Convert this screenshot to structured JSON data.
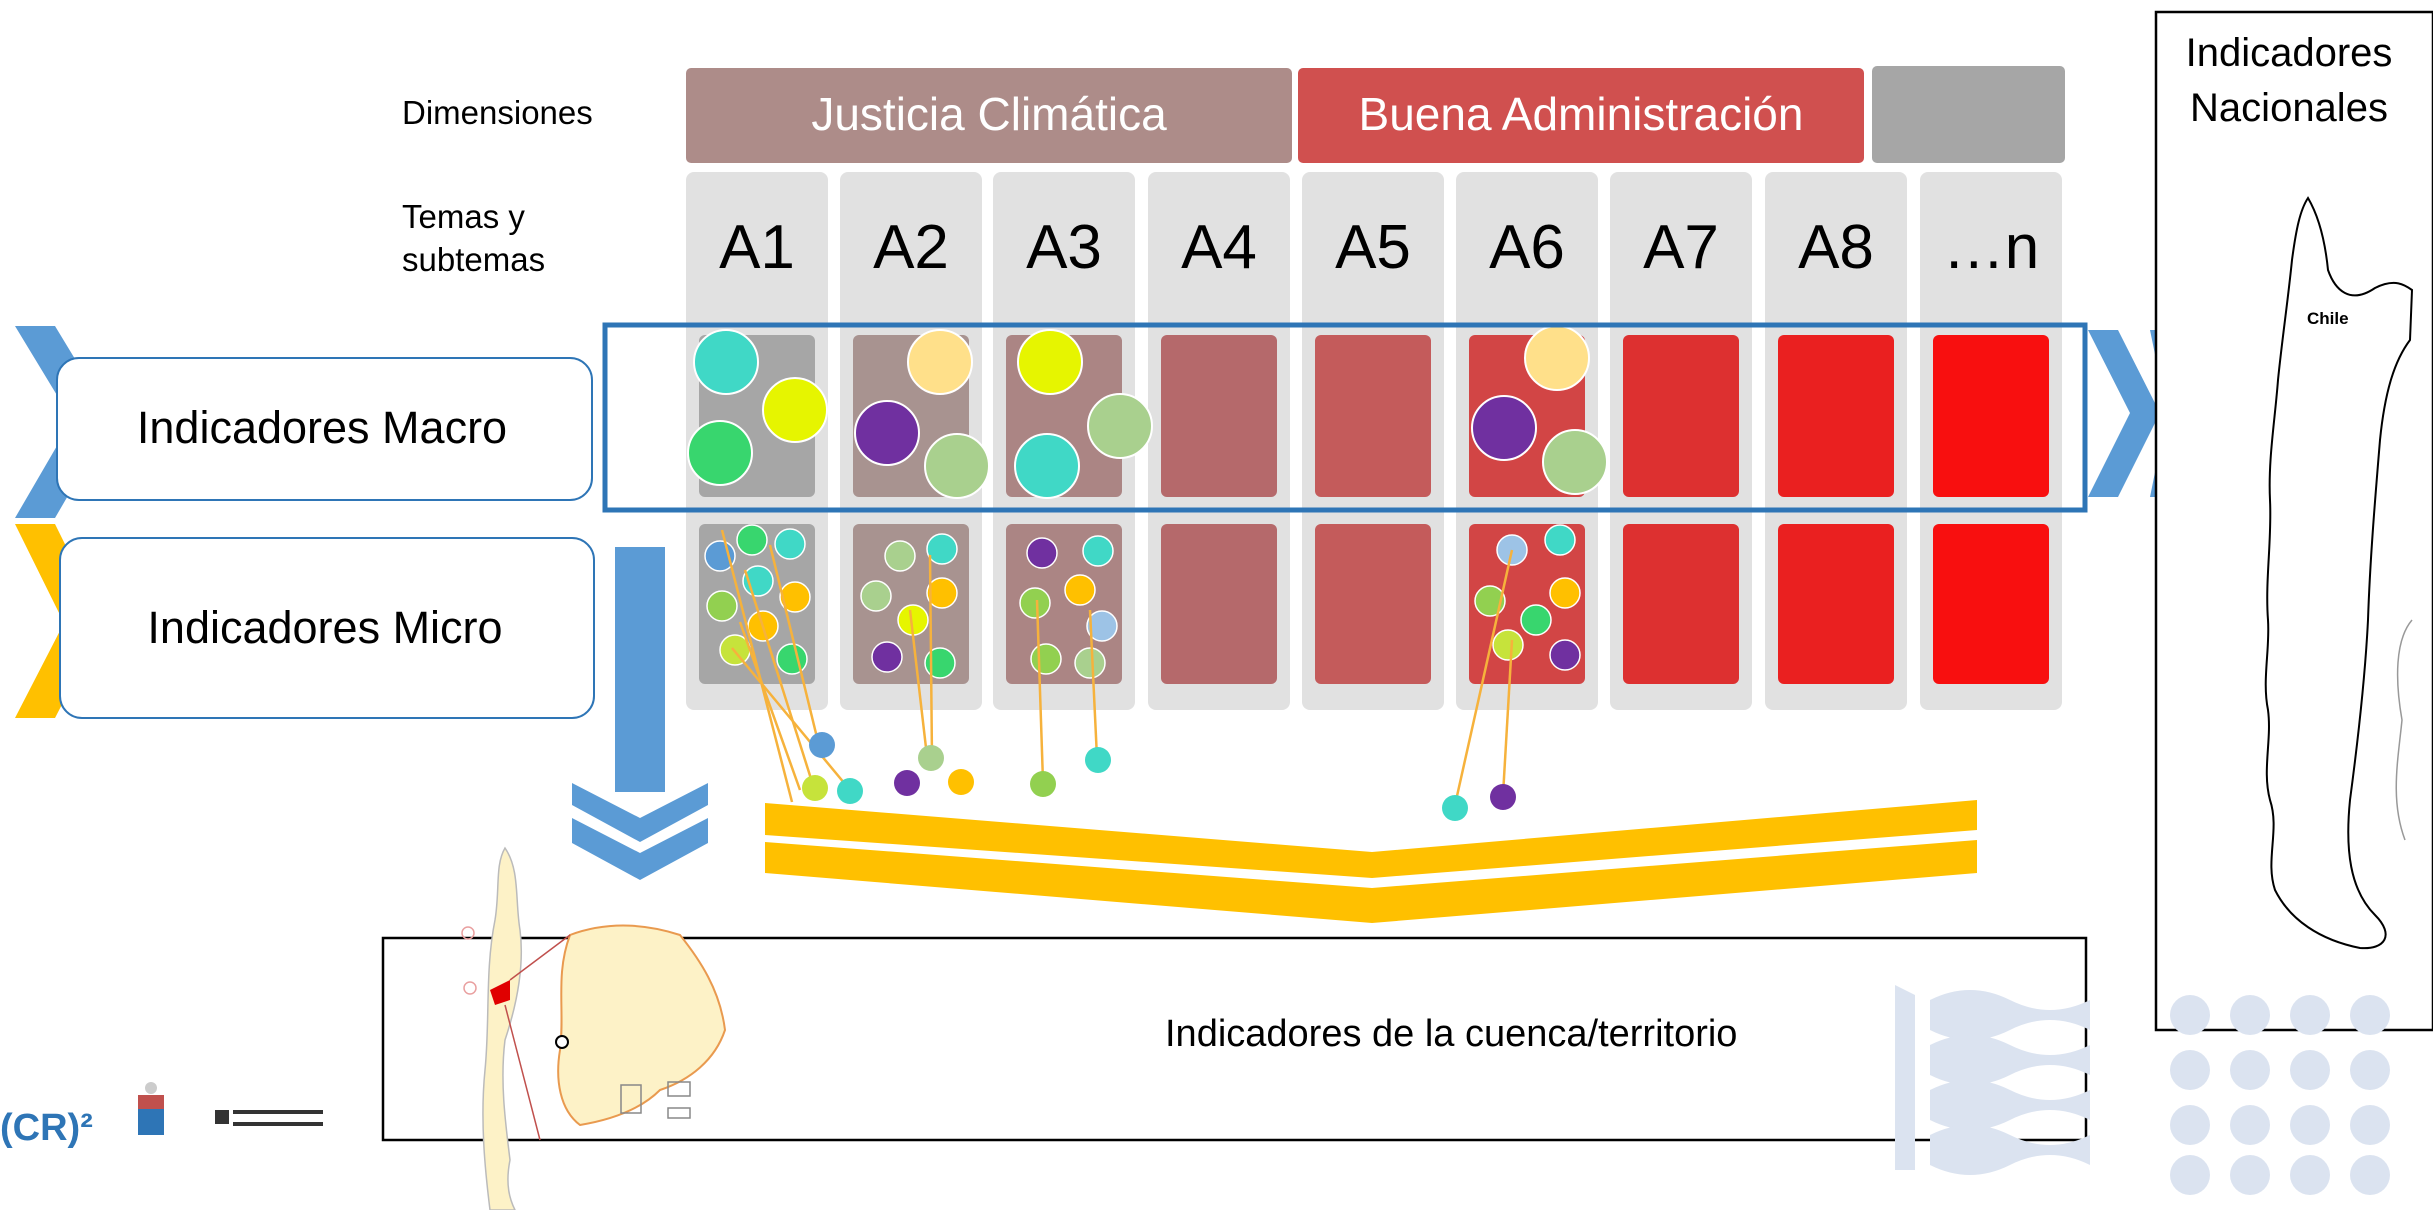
{
  "labels": {
    "dimensions": "Dimensiones",
    "themes_line1": "Temas y",
    "themes_line2": "subtemas",
    "macro": "Indicadores Macro",
    "micro": "Indicadores Micro",
    "national_line1": "Indicadores",
    "national_line2": "Nacionales",
    "map_country": "Chile",
    "basin": "Indicadores de la cuenca/territorio"
  },
  "dimensions": [
    {
      "label": "Justicia Climática",
      "color": "#ad8c89"
    },
    {
      "label": "Buena Administración",
      "color": "#d0504f"
    },
    {
      "label": "",
      "color": "#a6a6a6"
    }
  ],
  "columns": [
    {
      "label": "A1",
      "color": "#a6a6a6"
    },
    {
      "label": "A2",
      "color": "#a89390"
    },
    {
      "label": "A3",
      "color": "#ab8584"
    },
    {
      "label": "A4",
      "color": "#b5696b"
    },
    {
      "label": "A5",
      "color": "#c45b5b"
    },
    {
      "label": "A6",
      "color": "#d24545"
    },
    {
      "label": "A7",
      "color": "#dd3030"
    },
    {
      "label": "A8",
      "color": "#ea2020"
    },
    {
      "label": "…n",
      "color": "#f80f0f"
    }
  ],
  "colors": {
    "column_bg": "#e1e1e1",
    "macro_frame": "#2e75b6",
    "arrow_blue": "#5b9bd5",
    "arrow_gold": "#ffc000",
    "indicator_line": "#f6b23c"
  }
}
